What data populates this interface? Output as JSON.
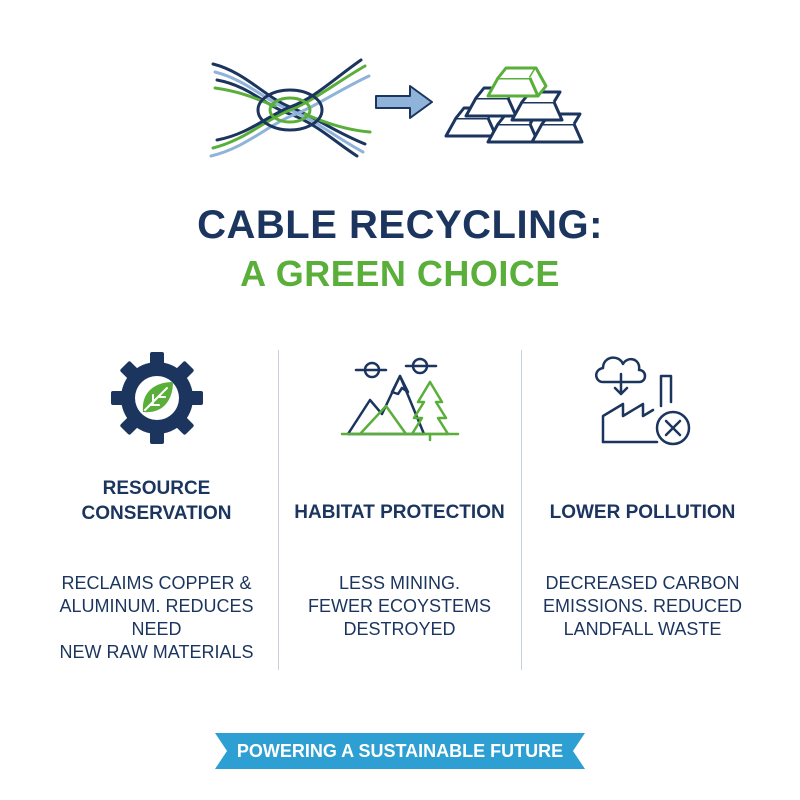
{
  "header": {
    "title": "CABLE RECYCLING:",
    "subtitle": "A GREEN CHOICE"
  },
  "hero": {
    "left_icon": "cable-bundle-icon",
    "middle_icon": "arrow-right-icon",
    "right_icon": "metal-ingots-icon"
  },
  "columns": [
    {
      "icon": "gear-leaf-icon",
      "title_line1": "RESOURCE",
      "title_line2": "CONSERVATION",
      "text_lines": [
        "RECLAIMS COPPER &",
        "ALUMINUM.  REDUCES NEED",
        "NEW RAW MATERIALS"
      ]
    },
    {
      "icon": "mountains-trees-icon",
      "title_line1": "HABITAT PROTECTION",
      "text_lines": [
        "LESS MINING.",
        "FEWER ECOYSTEMS",
        "DESTROYED"
      ]
    },
    {
      "icon": "factory-cloud-icon",
      "title_line1": "LOWER POLLUTION",
      "text_lines": [
        "DECREASED CARBON",
        "EMISSIONS. REDUCED",
        "LANDFALL WASTE"
      ]
    }
  ],
  "banner": {
    "label": "POWERING A SUSTAINABLE FUTURE"
  },
  "colors": {
    "navy": "#1b355e",
    "green": "#5aae3a",
    "banner_blue": "#2e9fd2",
    "arrow_blue": "#8fb3d9"
  }
}
